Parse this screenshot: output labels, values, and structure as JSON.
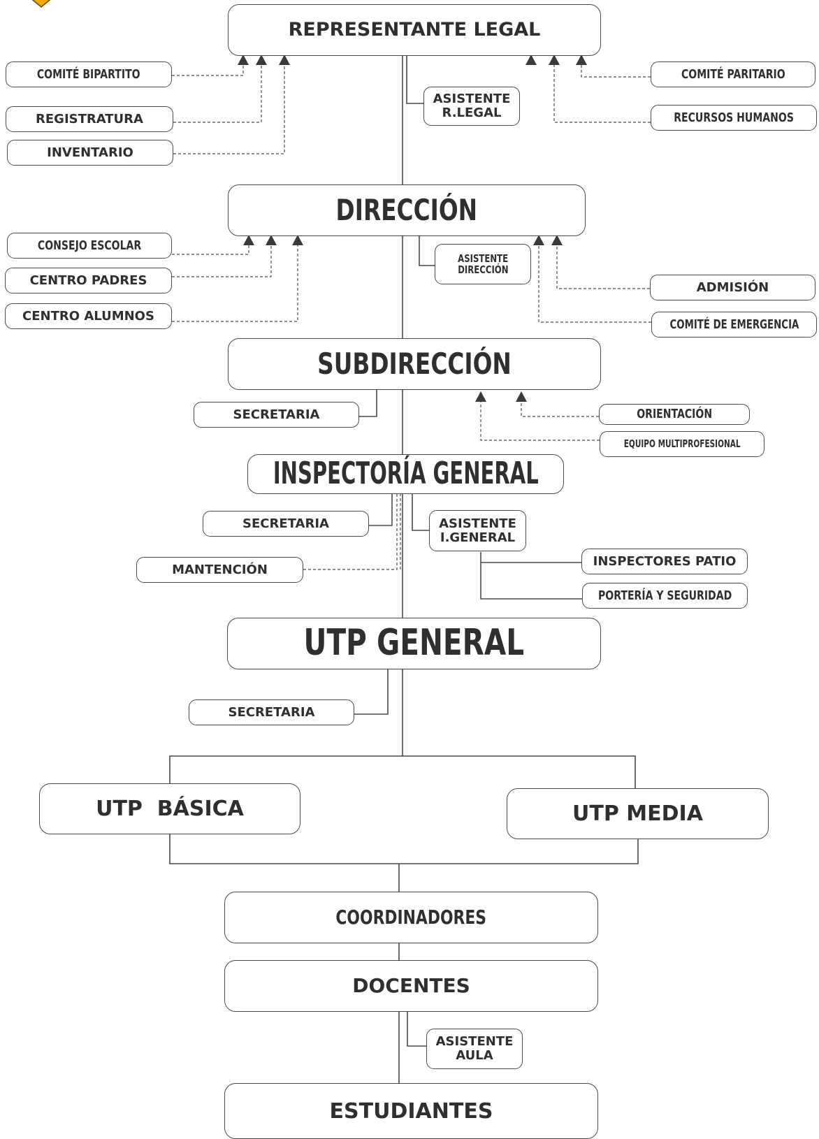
{
  "colors": {
    "line": "#4a4a4a",
    "text": "#2f2f2f",
    "logo": "#f2a900"
  },
  "chart": {
    "representante_legal": "REPRESENTANTE LEGAL",
    "comite_bipartito": "COMITÉ BIPARTITO",
    "registratura": "REGISTRATURA",
    "inventario": "INVENTARIO",
    "asistente_rlegal": [
      "ASISTENTE",
      "R.LEGAL"
    ],
    "comite_paritario": "COMITÉ PARITARIO",
    "recursos_humanos": "RECURSOS HUMANOS",
    "direccion": "DIRECCIÓN",
    "consejo_escolar": "CONSEJO ESCOLAR",
    "centro_padres": "CENTRO PADRES",
    "centro_alumnos": "CENTRO ALUMNOS",
    "asistente_direccion": [
      "ASISTENTE",
      "DIRECCIÓN"
    ],
    "admision": "ADMISIÓN",
    "comite_emergencia": "COMITÉ DE EMERGENCIA",
    "subdireccion": "SUBDIRECCIÓN",
    "secretaria_sub": "SECRETARIA",
    "orientacion": "ORIENTACIÓN",
    "equipo_multiprofesional": "EQUIPO MULTIPROFESIONAL",
    "inspectoria_general": "INSPECTORÍA GENERAL",
    "secretaria_insp": "SECRETARIA",
    "asistente_igeneral": [
      "ASISTENTE",
      "I.GENERAL"
    ],
    "mantencion": "MANTENCIÓN",
    "inspectores_patio": "INSPECTORES PATIO",
    "porteria_seguridad": "PORTERÍA Y SEGURIDAD",
    "utp_general": "UTP GENERAL",
    "secretaria_utp": "SECRETARIA",
    "utp_basica": "UTP  BÁSICA",
    "utp_media": "UTP MEDIA",
    "coordinadores": "COORDINADORES",
    "docentes": "DOCENTES",
    "asistente_aula": [
      "ASISTENTE",
      "AULA"
    ],
    "estudiantes": "ESTUDIANTES"
  }
}
